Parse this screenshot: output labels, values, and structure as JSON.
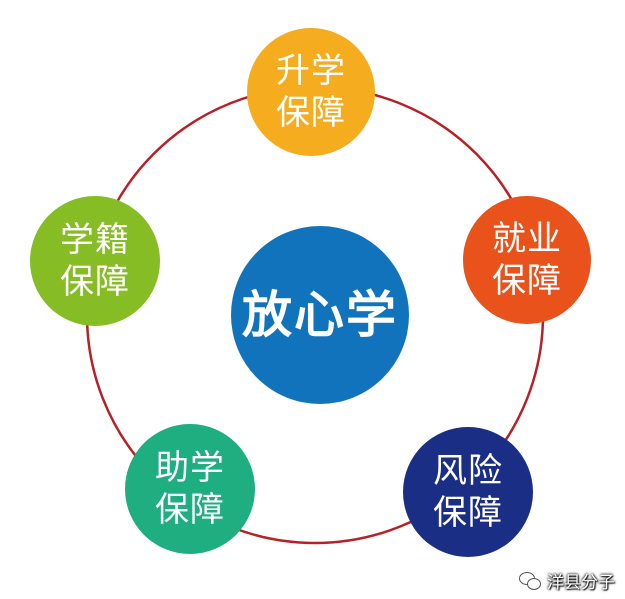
{
  "center": {
    "label": "放心学",
    "color": "#1273BD"
  },
  "ring_color": "#B72025",
  "nodes": [
    {
      "line1": "升学",
      "line2": "保障",
      "color": "#F5AC1F"
    },
    {
      "line1": "就业",
      "line2": "保障",
      "color": "#E9521A"
    },
    {
      "line1": "风险",
      "line2": "保障",
      "color": "#1B2E85"
    },
    {
      "line1": "助学",
      "line2": "保障",
      "color": "#1EAE7F"
    },
    {
      "line1": "学籍",
      "line2": "保障",
      "color": "#86BD24"
    }
  ],
  "watermark": {
    "text": "洋县分子",
    "icon": "wechat-icon"
  }
}
